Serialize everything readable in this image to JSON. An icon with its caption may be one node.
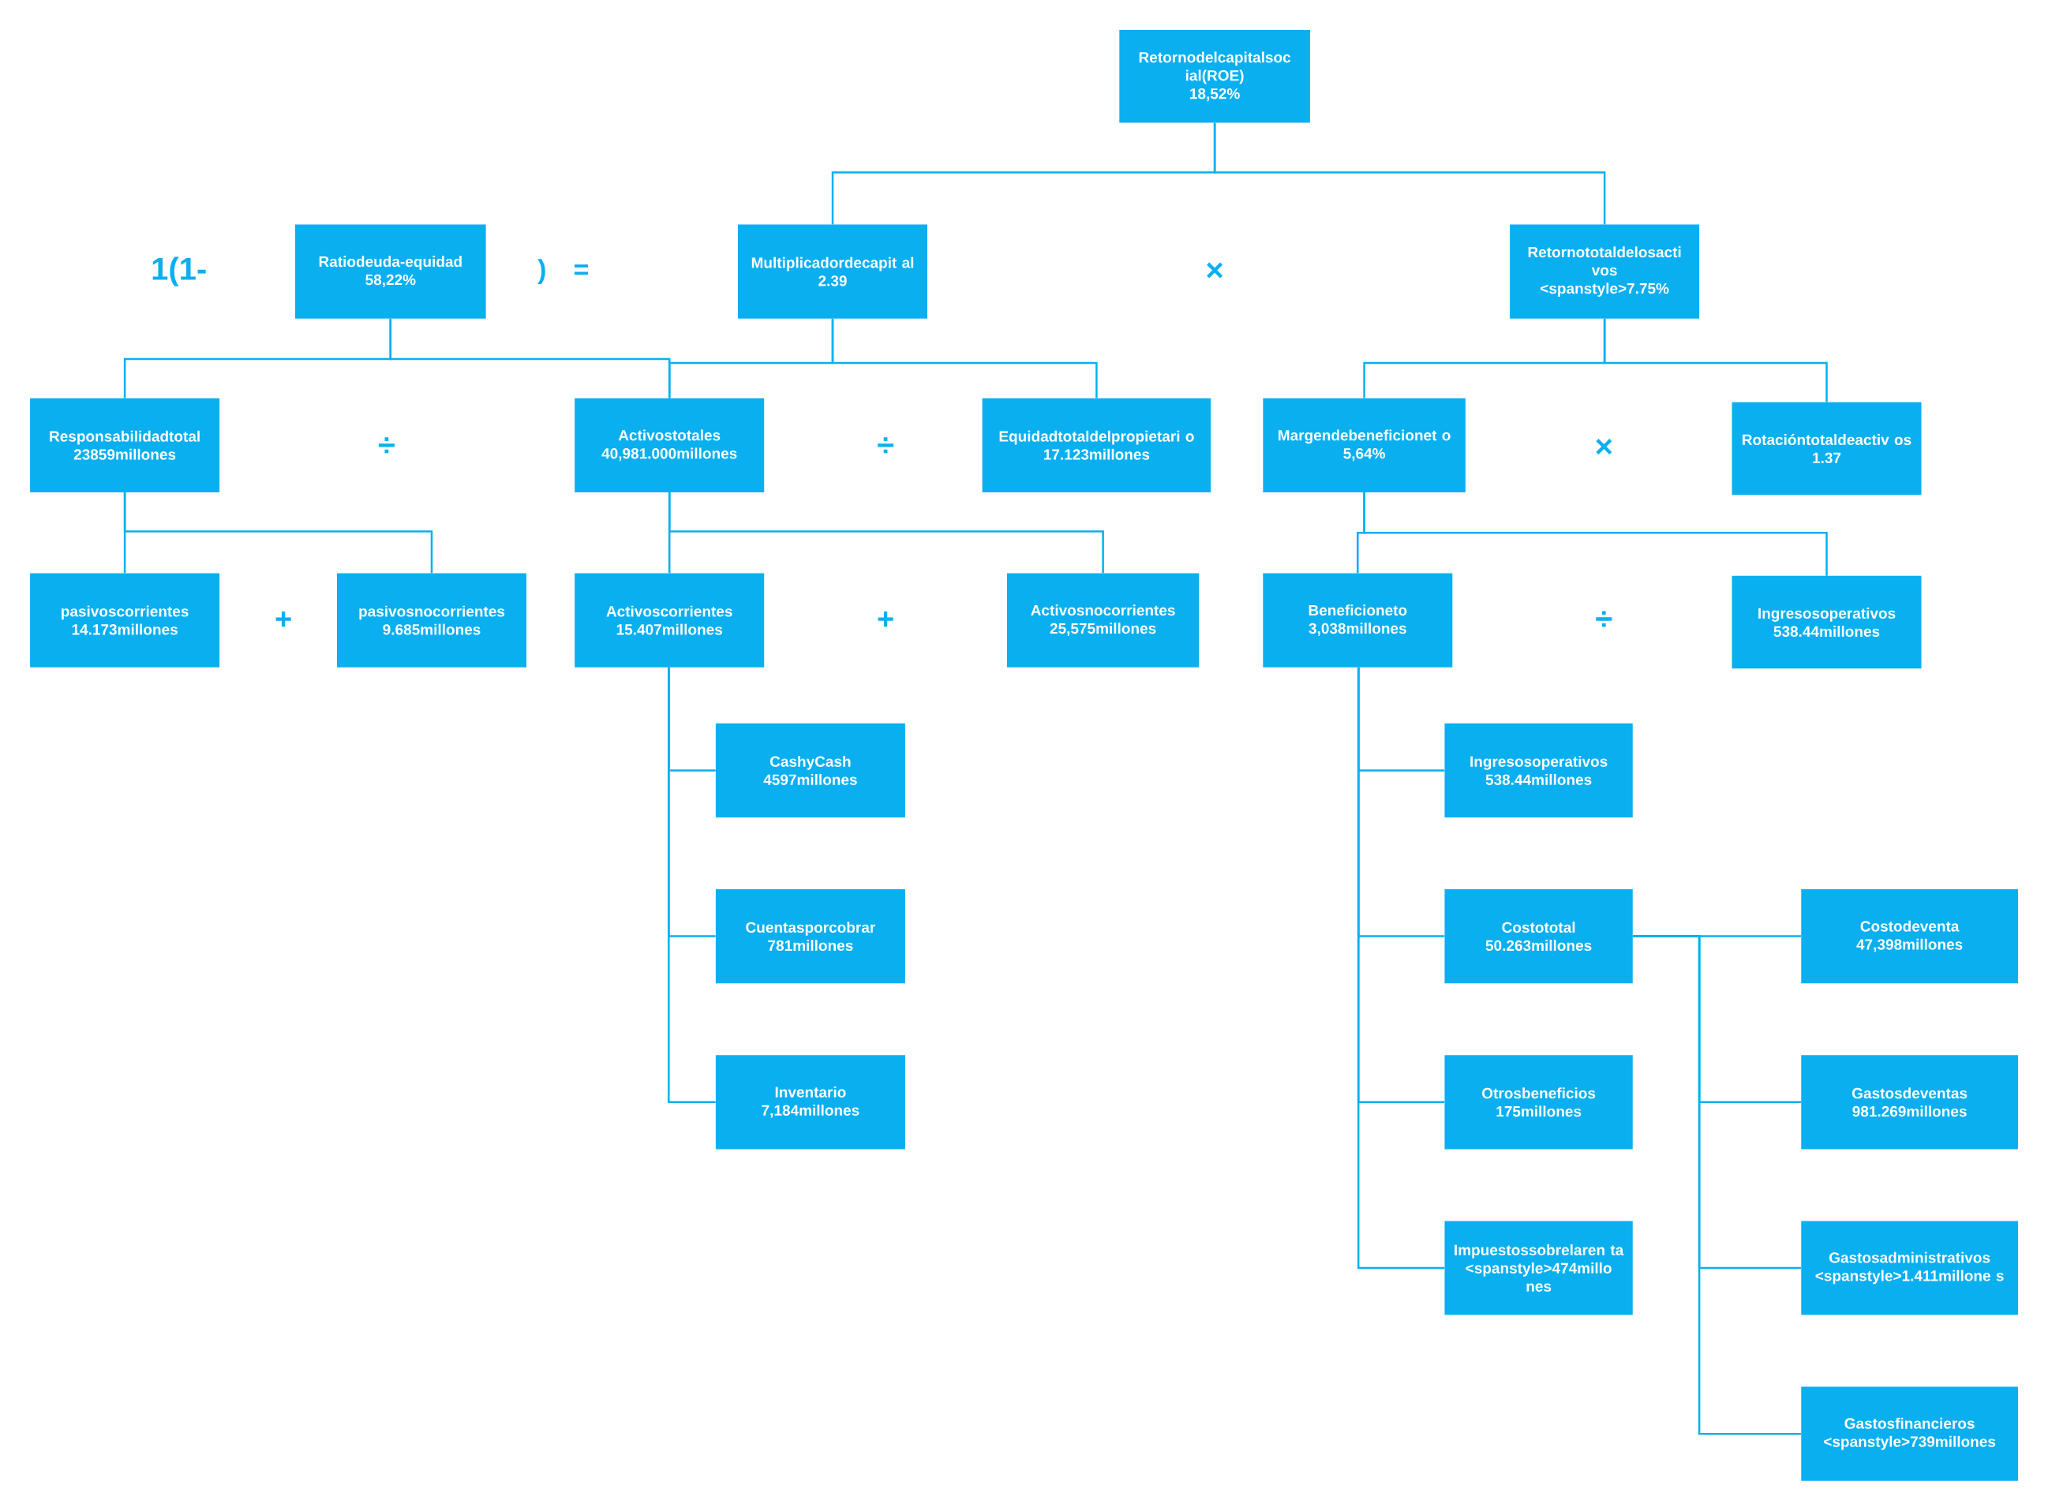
{
  "diagram": {
    "nodes": [
      {
        "text": [
          "Retornodelcapitalsoc ial(ROE)",
          "18,52%"
        ]
      },
      {
        "text": [
          "Ratiodeuda-equidad",
          "58,22%"
        ]
      },
      {
        "text": [
          "Multiplicadordecapit al",
          "2.39"
        ]
      },
      {
        "text": [
          "Retornototaldelosacti vos",
          "<spanstyle>7.75%"
        ]
      },
      {
        "text": [
          "Responsabilidadtotal",
          "23859millones"
        ]
      },
      {
        "text": [
          "Activostotales",
          "40,981.000millones"
        ]
      },
      {
        "text": [
          "Equidadtotaldelpropietari o",
          "17.123millones"
        ]
      },
      {
        "text": [
          "Margendebeneficionet o",
          "5,64%"
        ]
      },
      {
        "text": [
          "Rotacióntotaldeactiv os",
          "1.37"
        ]
      },
      {
        "text": [
          "pasivoscorrientes",
          "14.173millones"
        ]
      },
      {
        "text": [
          "pasivosnocorrientes",
          "9.685millones"
        ]
      },
      {
        "text": [
          "Activoscorrientes",
          "15.407millones"
        ]
      },
      {
        "text": [
          "Activosnocorrientes",
          "25,575millones"
        ]
      },
      {
        "text": [
          "Beneficioneto",
          "3,038millones"
        ]
      },
      {
        "text": [
          "Ingresosoperativos",
          "538.44millones"
        ]
      },
      {
        "text": [
          "CashyCash",
          "4597millones"
        ]
      },
      {
        "text": [
          "Cuentasporcobrar",
          "781millones"
        ]
      },
      {
        "text": [
          "Inventario",
          "7,184millones"
        ]
      },
      {
        "text": [
          "Ingresosoperativos",
          "538.44millones"
        ]
      },
      {
        "text": [
          "Costototal",
          "50.263millones"
        ]
      },
      {
        "text": [
          "Otrosbeneficios",
          "175millones"
        ]
      },
      {
        "text": [
          "Impuestossobrelaren ta",
          "<spanstyle>474millo nes"
        ]
      },
      {
        "text": [
          "Costodeventa",
          "47,398millones"
        ]
      },
      {
        "text": [
          "Gastosdeventas",
          "981.269millones"
        ]
      },
      {
        "text": [
          "Gastosadministrativos",
          "<spanstyle>1.411millone s"
        ]
      },
      {
        "text": [
          "Gastosfinancieros",
          "<spanstyle>739millones"
        ]
      }
    ],
    "edges": [
      {
        "from": 0,
        "to": 2,
        "arrow": "none"
      },
      {
        "from": 0,
        "to": 3,
        "arrow": "none"
      },
      {
        "from": 1,
        "to": 4,
        "arrow": "none"
      },
      {
        "from": 1,
        "to": 5,
        "arrow": "none"
      },
      {
        "from": 2,
        "to": 5,
        "arrow": "none"
      },
      {
        "from": 2,
        "to": 6,
        "arrow": "none"
      },
      {
        "from": 3,
        "to": 7,
        "arrow": "none"
      },
      {
        "from": 3,
        "to": 8,
        "arrow": "none"
      },
      {
        "from": 4,
        "to": 9,
        "arrow": "none"
      },
      {
        "from": 4,
        "to": 10,
        "arrow": "none"
      },
      {
        "from": 5,
        "to": 11,
        "arrow": "none"
      },
      {
        "from": 5,
        "to": 12,
        "arrow": "none"
      },
      {
        "from": 7,
        "to": 13,
        "arrow": "none"
      },
      {
        "from": 7,
        "to": 14,
        "arrow": "none"
      },
      {
        "from": 11,
        "to": 15,
        "arrow": "none"
      },
      {
        "from": 11,
        "to": 16,
        "arrow": "none"
      },
      {
        "from": 11,
        "to": 17,
        "arrow": "none"
      },
      {
        "from": 13,
        "to": 18,
        "arrow": "none"
      },
      {
        "from": 13,
        "to": 19,
        "arrow": "none"
      },
      {
        "from": 13,
        "to": 20,
        "arrow": "none"
      },
      {
        "from": 13,
        "to": 21,
        "arrow": "none"
      },
      {
        "from": 19,
        "to": 22,
        "arrow": "none"
      },
      {
        "from": 19,
        "to": 23,
        "arrow": "none"
      },
      {
        "from": 19,
        "to": 24,
        "arrow": "none"
      },
      {
        "from": 19,
        "to": 25,
        "arrow": "none"
      }
    ],
    "labels": [
      "1(1-",
      ")",
      "=",
      "×",
      "÷",
      "÷",
      "×",
      "+",
      "+",
      "÷"
    ]
  }
}
